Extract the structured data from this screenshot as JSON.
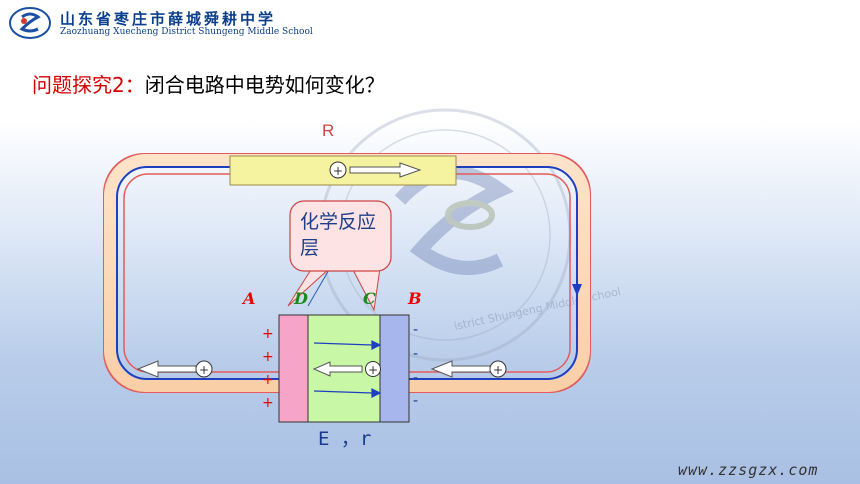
{
  "header": {
    "school_name_cn": "山东省枣庄市薛城舜耕中学",
    "school_name_en": "Zaozhuang Xuecheng District Shungeng Middle School"
  },
  "slide": {
    "title_red": "问题探究2：",
    "title_black": "闭合电路中电势如何变化？"
  },
  "diagram": {
    "resistor_label": "R",
    "bubble_text": "化学反应层",
    "labels": {
      "A": "A",
      "D": "D",
      "C": "C",
      "B": "B"
    },
    "emf_label": "E ，r",
    "plus_signs": [
      "+",
      "+",
      "+",
      "+"
    ],
    "minus_signs": [
      "-",
      "-",
      "-",
      "-"
    ],
    "charge_symbol": "+"
  },
  "footer": {
    "website": "www.zzsgzx.com"
  },
  "colors": {
    "title_red": "#d40000",
    "wire_blue": "#1f3fbf",
    "wire_red": "#e35b5b",
    "resistor_fill": "#f6f3a0",
    "positive_plate": "#f6a5c8",
    "electrolyte": "#c8f7a5",
    "negative_plate": "#a8b6ee"
  }
}
